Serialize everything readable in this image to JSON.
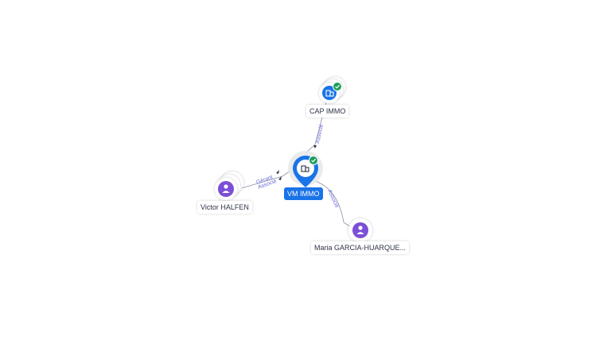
{
  "graph": {
    "nodes": {
      "main": {
        "label": "VM IMMO",
        "type": "company",
        "verified": true
      },
      "cap": {
        "label": "CAP IMMO",
        "type": "company",
        "verified": true
      },
      "victor": {
        "label": "Victor HALFEN",
        "type": "person"
      },
      "maria": {
        "label": "Maria GARCIA-HUARQUE...",
        "type": "person"
      }
    },
    "edges": {
      "cap": {
        "label": "Associé"
      },
      "victor": {
        "label_top": "Gérant",
        "label_bottom": "Associé"
      },
      "maria": {
        "label": "Associé"
      }
    },
    "colors": {
      "company": "#1a73e8",
      "person": "#7b4fd6",
      "verified": "#1e9e5a",
      "edge_label": "#6a6ad8",
      "edge_line": "#8a8fa3"
    },
    "icons": {
      "company": "building-icon",
      "person": "person-icon",
      "verified": "check-badge-icon"
    }
  }
}
